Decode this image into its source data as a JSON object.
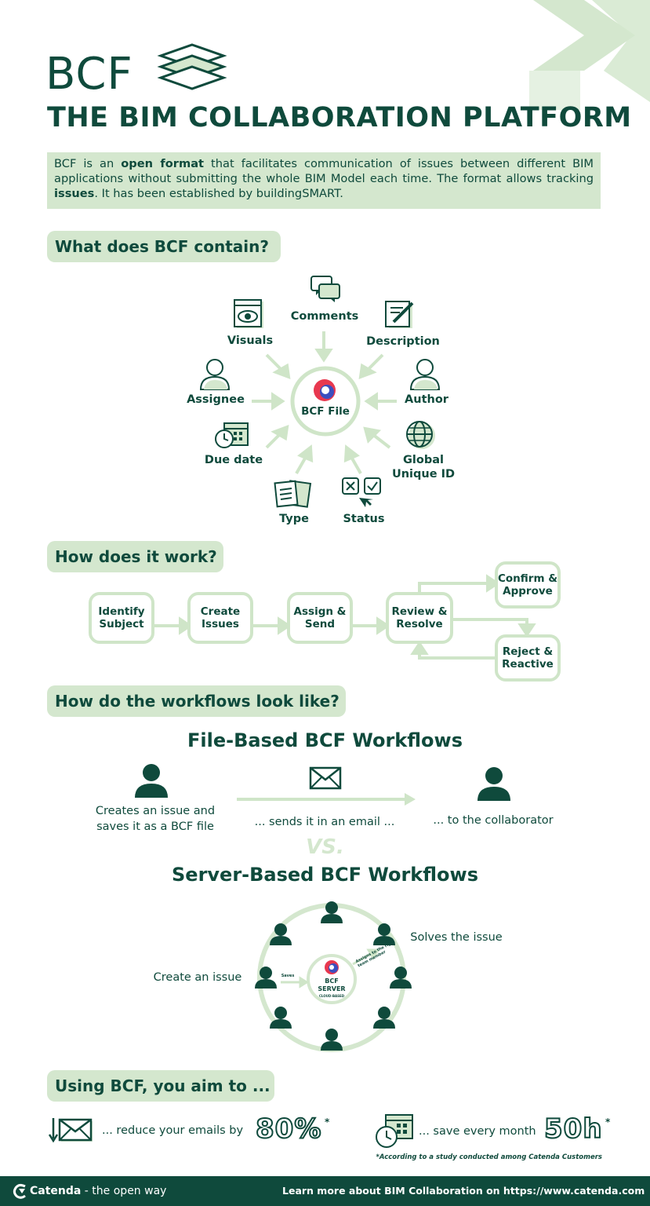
{
  "header": {
    "logo_text": "BCF",
    "title": "THE BIM COLLABORATION PLATFORM"
  },
  "intro": {
    "part1": "BCF is an ",
    "bold1": "open format",
    "part2": " that facilitates communication of issues between different BIM applications without submitting the whole BIM Model each time. The format allows tracking ",
    "bold2": "issues",
    "part3": ". It has been established by buildingSMART."
  },
  "contain": {
    "heading": "What does BCF contain?",
    "center": "BCF File",
    "items": {
      "comments": "Comments",
      "visuals": "Visuals",
      "description": "Description",
      "assignee": "Assignee",
      "author": "Author",
      "due_date": "Due date",
      "guid_line1": "Global",
      "guid_line2": "Unique ID",
      "type": "Type",
      "status": "Status"
    }
  },
  "work": {
    "heading": "How does it work?",
    "steps": {
      "s1": [
        "Identify",
        "Subject"
      ],
      "s2": [
        "Create",
        "Issues"
      ],
      "s3": [
        "Assign &",
        "Send"
      ],
      "s4": [
        "Review &",
        "Resolve"
      ],
      "s5": [
        "Confirm &",
        "Approve"
      ],
      "s6": [
        "Reject &",
        "Reactive"
      ]
    }
  },
  "workflows": {
    "heading": "How do the workflows look like?",
    "file_title": "File-Based BCF Workflows",
    "file_steps": {
      "a1": "Creates an issue and",
      "a2": "saves it as a BCF file",
      "b": "... sends it in an email ...",
      "c": "... to the collaborator"
    },
    "vs": "VS.",
    "server_title": "Server-Based BCF Workflows",
    "server": {
      "create": "Create an issue",
      "solves": "Solves the issue",
      "saves": "Saves",
      "assigns": "Assigns to the right team member",
      "center1": "BCF",
      "center2": "SERVER",
      "center3": "CLOUD-BASED"
    }
  },
  "aim": {
    "heading": "Using BCF, you aim to ...",
    "emails_text": "... reduce your emails by",
    "emails_value": "80%",
    "save_text": "... save every month",
    "save_value": "50h",
    "asterisk": "*",
    "footnote": "*According to a study conducted among Catenda Customers"
  },
  "footer": {
    "brand": "Catenda",
    "tagline": " - the open way",
    "link_text": "Learn more about BIM Collaboration on https://www.catenda.com"
  },
  "colors": {
    "dark_green": "#0f4a3c",
    "light_green": "#d4e7ce",
    "mid_green": "#cfe5c8"
  }
}
